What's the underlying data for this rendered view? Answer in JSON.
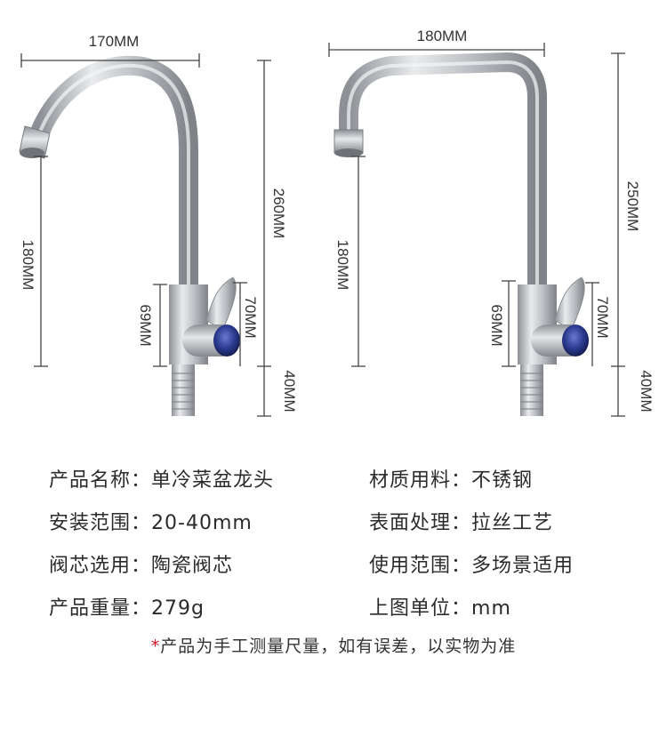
{
  "left_faucet": {
    "width_label": "170MM",
    "height_label": "260MM",
    "spout_label": "180MM",
    "body_label": "69MM",
    "handle_label": "70MM",
    "thread_label": "40MM"
  },
  "right_faucet": {
    "width_label": "180MM",
    "height_label": "250MM",
    "spout_label": "180MM",
    "body_label": "69MM",
    "handle_label": "70MM",
    "thread_label": "40MM"
  },
  "specs": [
    {
      "label": "产品名称：",
      "value": "单冷菜盆龙头"
    },
    {
      "label": "材质用料：",
      "value": "不锈钢"
    },
    {
      "label": "安装范围：",
      "value": "20-40mm"
    },
    {
      "label": "表面处理：",
      "value": "拉丝工艺"
    },
    {
      "label": "阀芯选用：",
      "value": "陶瓷阀芯"
    },
    {
      "label": "使用范围：",
      "value": "多场景适用"
    },
    {
      "label": "产品重量：",
      "value": "279g"
    },
    {
      "label": "上图单位：",
      "value": "mm"
    }
  ],
  "note": {
    "star": "*",
    "text": "产品为手工测量尺量，如有误差，以实物为准"
  },
  "colors": {
    "steel_light": "#e4e6e8",
    "steel_dark": "#8d9196",
    "valve_blue": "#2b3a8f",
    "note_star": "#d0102a"
  }
}
